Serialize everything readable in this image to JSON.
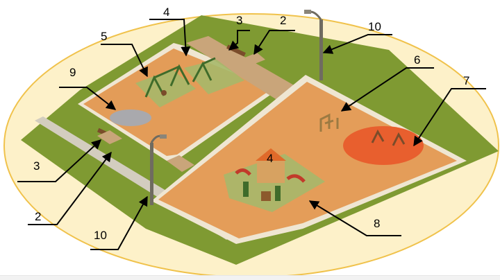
{
  "callouts": [
    {
      "id": "bench-top",
      "label": "3"
    },
    {
      "id": "entrance-top",
      "label": "2"
    },
    {
      "id": "toddler-swings",
      "label": "4"
    },
    {
      "id": "swing-area",
      "label": "5"
    },
    {
      "id": "sandbox",
      "label": "9"
    },
    {
      "id": "lamp-top",
      "label": "10"
    },
    {
      "id": "fitness-equipment",
      "label": "6"
    },
    {
      "id": "sport-court",
      "label": "7"
    },
    {
      "id": "play-complex",
      "label": "4"
    },
    {
      "id": "playground-surface",
      "label": "8"
    },
    {
      "id": "bench-left",
      "label": "3"
    },
    {
      "id": "entrance-left",
      "label": "2"
    },
    {
      "id": "lamp-bottom",
      "label": "10"
    }
  ],
  "colors": {
    "oval_fill": "#fdf1c9",
    "oval_stroke": "#f0c24b",
    "grass": "#7f9a32",
    "rubber_surface": "#e59e5a",
    "soft_patch": "#a6b86a",
    "court": "#e85f2e",
    "path": "#c8c2b5"
  }
}
